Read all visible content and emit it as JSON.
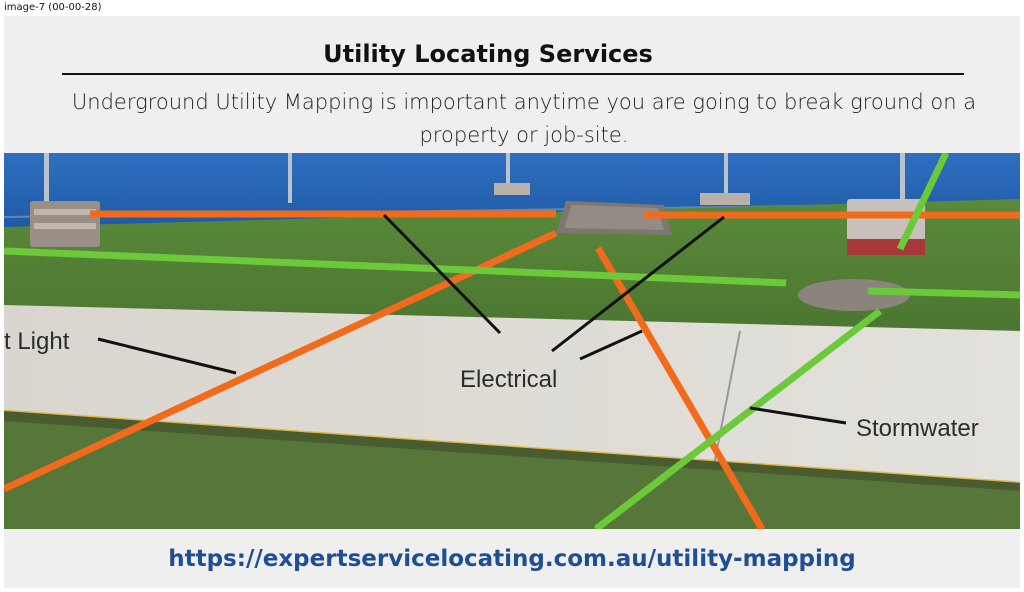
{
  "frame": {
    "label": "image-7 (00-00-28)"
  },
  "slide": {
    "title": "Utility Locating Services",
    "subtitle": "Underground Utility Mapping is important anytime you are going to break ground on a property or job-site.",
    "url": "https://expertservicelocating.com.au/utility-mapping"
  },
  "photo": {
    "labels": {
      "street_light": "t Light",
      "electrical": "Electrical",
      "stormwater": "Stormwater"
    },
    "colors": {
      "street_light_line": "#f26a1b",
      "electrical_line": "#f26a1b",
      "stormwater_line": "#6cc93a",
      "leader_line": "#111111"
    }
  }
}
